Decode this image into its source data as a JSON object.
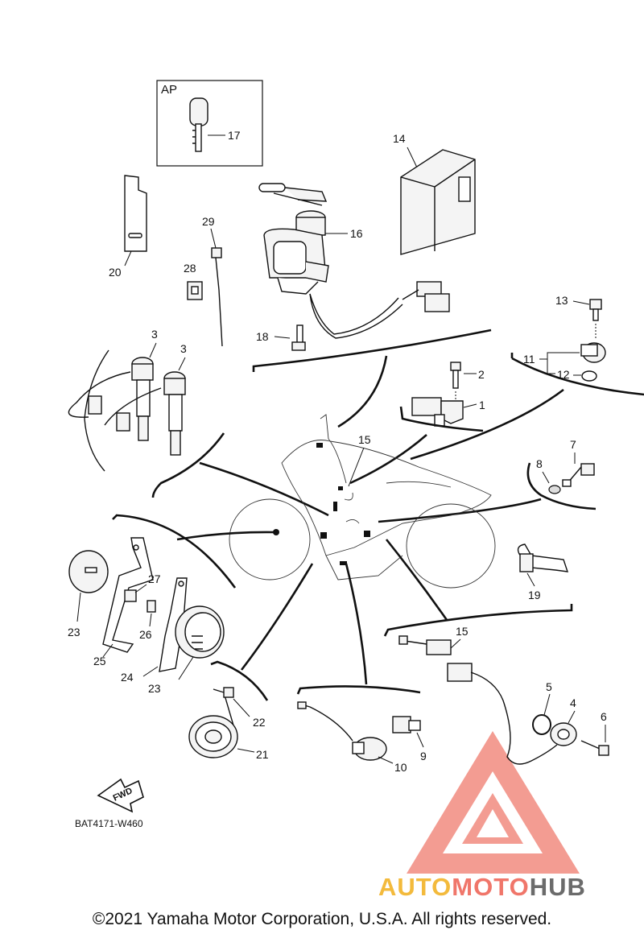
{
  "diagram": {
    "callouts": {
      "c1": "1",
      "c2": "2",
      "c3a": "3",
      "c3b": "3",
      "c4": "4",
      "c5": "5",
      "c6": "6",
      "c7": "7",
      "c8": "8",
      "c9": "9",
      "c10": "10",
      "c11": "11",
      "c12": "12",
      "c13": "13",
      "c14": "14",
      "c15a": "15",
      "c15b": "15",
      "c16": "16",
      "c17": "17",
      "c18": "18",
      "c19": "19",
      "c20": "20",
      "c21": "21",
      "c22": "22",
      "c23a": "23",
      "c23b": "23",
      "c24": "24",
      "c25": "25",
      "c26": "26",
      "c27": "27",
      "c28": "28",
      "c29": "29"
    },
    "ap_label": "AP",
    "fwd_label": "FWD",
    "diagram_code": "BAT4171-W460"
  },
  "watermark": {
    "part1": "AUTO",
    "part2": "MOTO",
    "part3": "HUB",
    "colors": {
      "yellow": "#f3ba3c",
      "salmon": "#f0766a",
      "grey": "#6b6b6b"
    }
  },
  "footer": {
    "copyright": "©2021 Yamaha Motor Corporation, U.S.A. All rights reserved."
  }
}
